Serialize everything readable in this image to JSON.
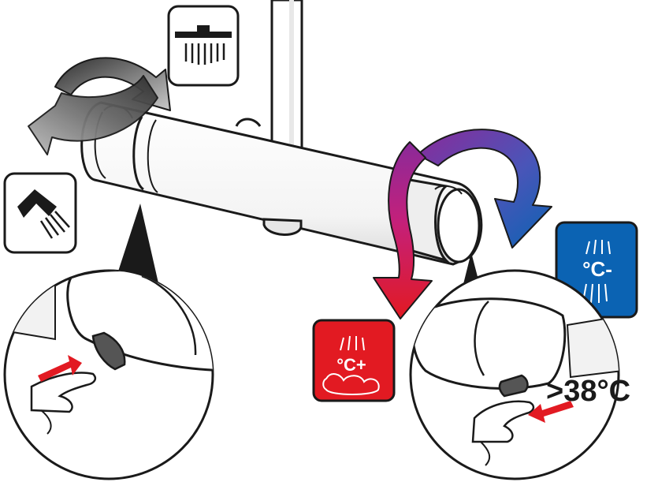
{
  "labels": {
    "safety_threshold": ">38°C",
    "hot_glyph": "°C+",
    "cold_glyph": "°C-"
  },
  "icons": {
    "overhead_shower": "overhead-shower-icon",
    "hand_shower": "hand-shower-icon",
    "hot_water": "hot-water-icon",
    "cold_water": "cold-water-icon"
  },
  "colors": {
    "hot": "#e21a22",
    "cold": "#0b63b3",
    "arrow_mid": "#8a2a9a",
    "outline": "#1a1a1a",
    "diverter_arrow_dark": "#3a3a3a",
    "diverter_arrow_light": "#9a9a9a"
  }
}
